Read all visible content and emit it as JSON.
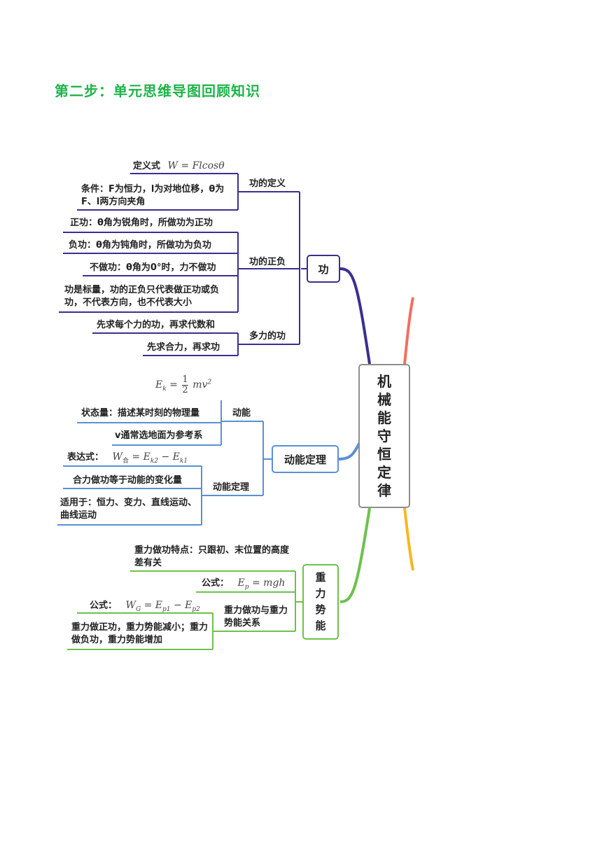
{
  "heading": "第二步：单元思维导图回顾知识",
  "colors": {
    "heading": "#1fb34a",
    "gong": "#3a2f8f",
    "dongneng": "#5b8fd6",
    "zhongli": "#6cc24a",
    "center_border": "#8e8e8e",
    "branch_red": "#f07060",
    "branch_yellow": "#f5b820"
  },
  "center": {
    "chars": [
      "机",
      "械",
      "能",
      "守",
      "恒",
      "定",
      "律"
    ]
  },
  "gong": {
    "label": "功",
    "definition": {
      "label": "功的定义",
      "formula_prefix": "定义式",
      "formula": "W = Flcosθ",
      "condition": "条件：F为恒力，l为对地位移，θ为F、l两方向夹角"
    },
    "sign": {
      "label": "功的正负",
      "items": [
        "正功：θ角为锐角时，所做功为正功",
        "负功：θ角为钝角时，所做功为负功",
        "不做功：θ角为0°时，力不做功",
        "功是标量，功的正负只代表做正功或负功，不代表方向，也不代表大小"
      ]
    },
    "multi": {
      "label": "多力的功",
      "items": [
        "先求每个力的功，再求代数和",
        "先求合力，再求功"
      ]
    }
  },
  "dongneng_theorem": {
    "label": "动能定理",
    "kinetic": {
      "label": "动能",
      "formula_lhs": "E",
      "formula_sub": "k",
      "formula_num": "1",
      "formula_den": "2",
      "formula_tail": "mv",
      "formula_sup": "2",
      "items": [
        "状态量：描述某时刻的物理量",
        "v通常选地面为参考系"
      ]
    },
    "theorem": {
      "label": "动能定理",
      "formula_prefix": "表达式：",
      "formula_w": "W",
      "formula_w_sub": "合",
      "formula_rest": "= E",
      "formula_k2": "k2",
      "formula_minus": " − E",
      "formula_k1": "k1",
      "items": [
        "合力做功等于动能的变化量",
        "适用于：恒力、变力、直线运动、曲线运动"
      ]
    }
  },
  "zhongli": {
    "label_chars": [
      "重",
      "力",
      "势",
      "能"
    ],
    "feature": "重力做功特点：只跟初、末位置的高度差有关",
    "formula_prefix": "公式：",
    "formula_ep": "E",
    "formula_ep_sub": "p",
    "formula_ep_rest": "= mgh",
    "relation": {
      "label": "重力做功与重力势能关系",
      "formula_prefix": "公式：",
      "formula_w": "W",
      "formula_w_sub": "G",
      "formula_p1": "p1",
      "formula_p2": "p2",
      "rule": "重力做正功，重力势能减小；重力做负功，重力势能增加"
    }
  }
}
